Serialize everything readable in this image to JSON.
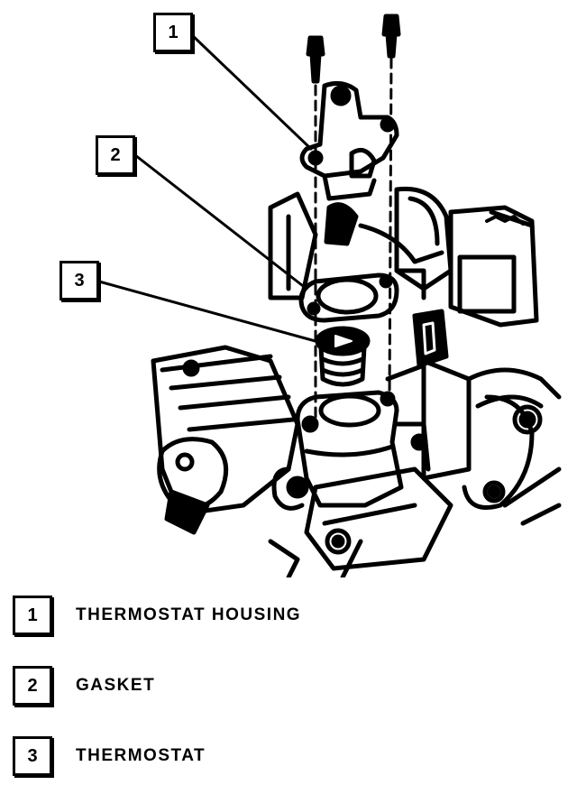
{
  "callouts": [
    "1",
    "2",
    "3"
  ],
  "legend": [
    {
      "number": "1",
      "label": "THERMOSTAT HOUSING"
    },
    {
      "number": "2",
      "label": "GASKET"
    },
    {
      "number": "3",
      "label": "THERMOSTAT"
    }
  ]
}
